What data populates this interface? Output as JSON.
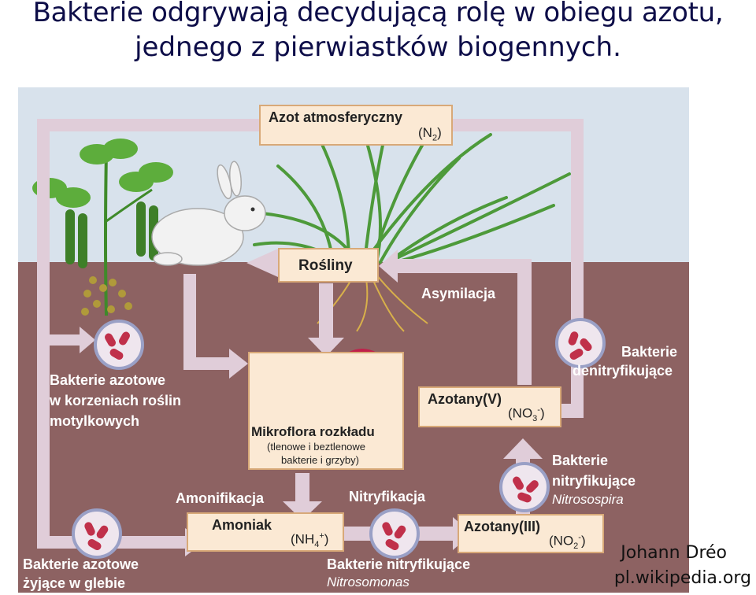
{
  "title": {
    "line1": "Bakterie odgrywają decydującą rolę w obiegu azotu,",
    "line2": "jednego z pierwiastków biogennych."
  },
  "diagram": {
    "atmospheric_n": {
      "label": "Azot atmosferyczny",
      "formula_base": "(N",
      "formula_sub": "2",
      "formula_end": ")"
    },
    "plants": "Rośliny",
    "assimilation": "Asymilacja",
    "denitrifying": {
      "line1": "Bakterie",
      "line2": "denitryfikujące"
    },
    "root_bacteria": {
      "line1": "Bakterie azotowe",
      "line2": "w korzeniach roślin",
      "line3": "motylkowych"
    },
    "decomposers": {
      "title": "Mikroflora rozkładu",
      "line1": "(tlenowe i beztlenowe",
      "line2": "bakterie i grzyby)"
    },
    "nitrates_v": {
      "label": "Azotany(V)",
      "formula_base": "(NO",
      "formula_sub": "3",
      "formula_sup": "-",
      "formula_end": ")"
    },
    "nitrifying_top": {
      "line1": "Bakterie",
      "line2": "nitryfikujące",
      "genus": "Nitrosospira"
    },
    "ammonification": "Amonifikacja",
    "nitrification": "Nitryfikacja",
    "ammonia": {
      "label": "Amoniak",
      "formula_base": "(NH",
      "formula_sub": "4",
      "formula_sup": "+",
      "formula_end": ")"
    },
    "nitrites_iii": {
      "label": "Azotany(III)",
      "formula_base": "(NO",
      "formula_sub": "2",
      "formula_sup": "-",
      "formula_end": ")"
    },
    "soil_bacteria": {
      "line1": "Bakterie azotowe",
      "line2": "żyjące w glebie"
    },
    "nitrifying_bottom": {
      "line1": "Bakterie nitryfikujące",
      "genus": "Nitrosomonas"
    }
  },
  "credit": {
    "author": "Johann Dréo",
    "source": "pl.wikipedia.org"
  },
  "colors": {
    "sky": "#d8e2ec",
    "soil": "#8d6262",
    "arrow": "#e0cdd9",
    "box_fill": "#fbe9d4",
    "box_border": "#d8a978",
    "title": "#0d0d48"
  }
}
